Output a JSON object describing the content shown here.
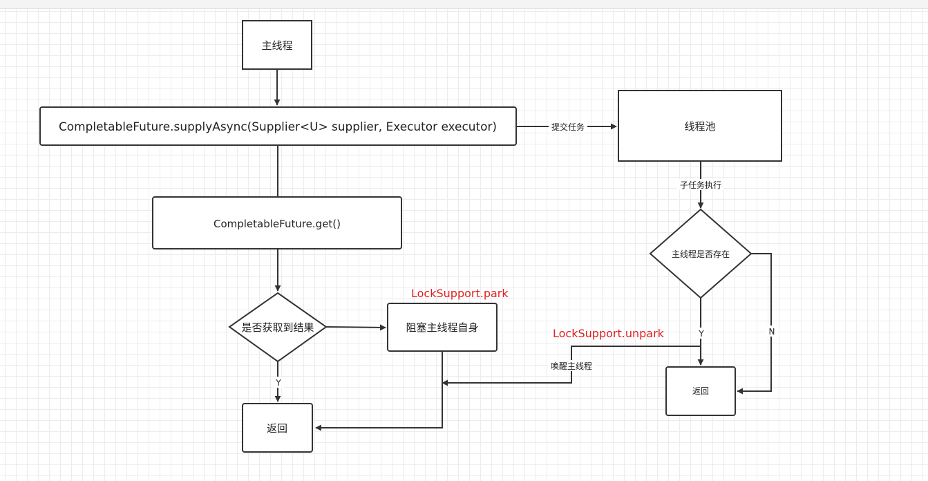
{
  "nodes": {
    "main_thread": "主线程",
    "supply_async": "CompletableFuture.supplyAsync(Supplier<U> supplier, Executor executor)",
    "thread_pool": "线程池",
    "future_get": "CompletableFuture.get()",
    "got_result": "是否获取到结果",
    "block_self": "阻塞主线程自身",
    "return_left": "返回",
    "main_alive": "主线程是否存在",
    "return_right": "返回"
  },
  "edge_labels": {
    "submit_task": "提交任务",
    "subtask_exec": "子任务执行",
    "yes_left": "Y",
    "yes_right": "Y",
    "no_right": "N",
    "wake_main": "唤醒主线程"
  },
  "annotations": {
    "park": "LockSupport.park",
    "unpark": "LockSupport.unpark"
  }
}
